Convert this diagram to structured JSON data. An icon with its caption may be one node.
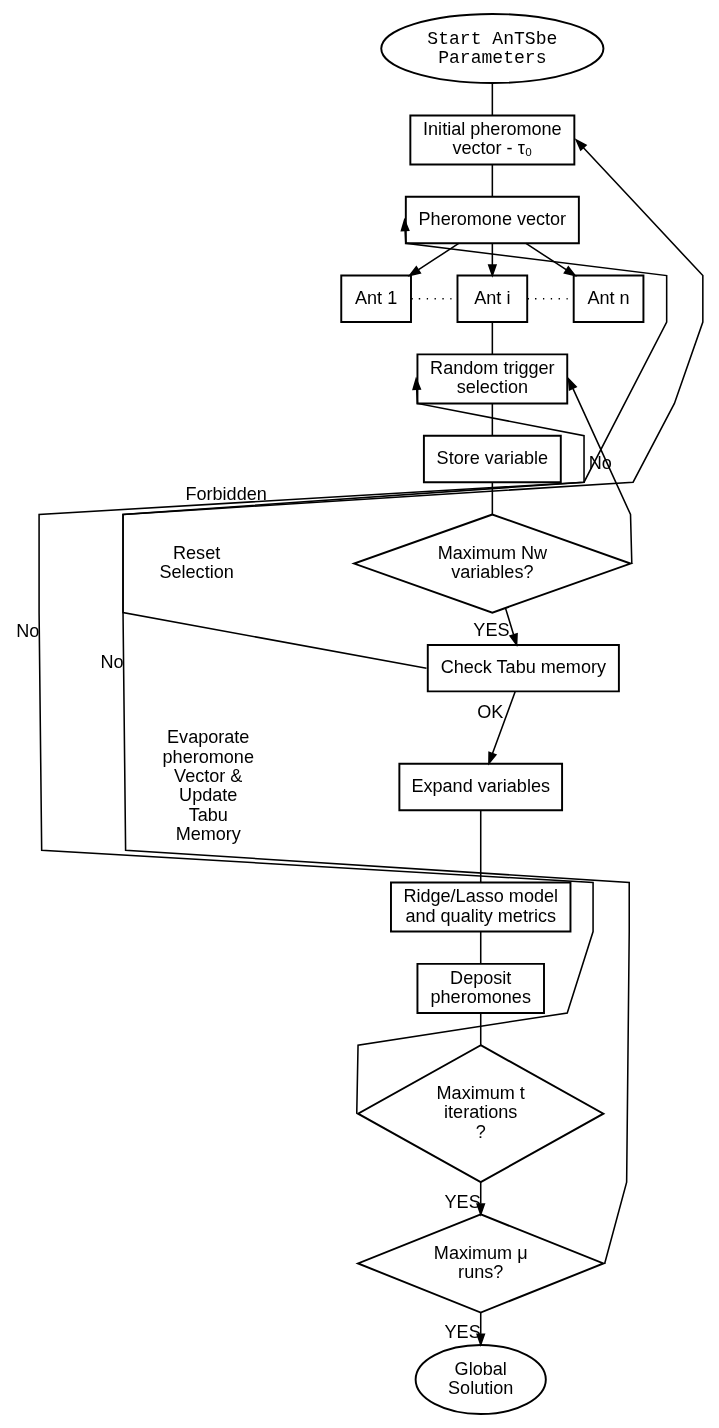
{
  "diagram": {
    "nodes": [
      {
        "text": [
          "Start AnTSbe Parameters"
        ]
      },
      {
        "text": [
          "Initial pheromone vector - τ₀"
        ]
      },
      {
        "text": [
          "Pheromone vector"
        ]
      },
      {
        "text": [
          "Ant 1"
        ]
      },
      {
        "text": [
          "Ant i"
        ]
      },
      {
        "text": [
          "Ant n"
        ]
      },
      {
        "text": [
          "Random trigger selection"
        ]
      },
      {
        "text": [
          "Store variable"
        ]
      },
      {
        "text": [
          "Maximum Nw variables?"
        ]
      },
      {
        "text": [
          "Check Tabu memory"
        ]
      },
      {
        "text": [
          "Expand variables"
        ]
      },
      {
        "text": [
          "Ridge/Lasso model and quality metrics"
        ]
      },
      {
        "text": [
          "Deposit pheromones"
        ]
      },
      {
        "text": [
          "Maximum t iterations?"
        ]
      },
      {
        "text": [
          "Maximum μ runs?"
        ]
      },
      {
        "text": [
          "Global Solution"
        ]
      }
    ],
    "edges": [
      {
        "from": 0,
        "to": 1,
        "arrow": "none"
      },
      {
        "from": 1,
        "to": 2,
        "arrow": "none"
      },
      {
        "from": 2,
        "to": 3,
        "arrow": "to"
      },
      {
        "from": 2,
        "to": 4,
        "arrow": "to"
      },
      {
        "from": 2,
        "to": 5,
        "arrow": "to"
      },
      {
        "from": 3,
        "to": 4,
        "arrow": "none",
        "style": "dashed"
      },
      {
        "from": 4,
        "to": 5,
        "arrow": "none",
        "style": "dashed"
      },
      {
        "from": 4,
        "to": 6,
        "arrow": "none"
      },
      {
        "from": 6,
        "to": 7,
        "arrow": "none"
      },
      {
        "from": 7,
        "to": 8,
        "arrow": "none"
      },
      {
        "from": 8,
        "to": 6,
        "arrow": "to",
        "label": "No"
      },
      {
        "from": 8,
        "to": 9,
        "arrow": "to",
        "label": "YES"
      },
      {
        "from": 9,
        "to": 6,
        "arrow": "to",
        "label": "Forbidden"
      },
      {
        "from": 9,
        "to": 10,
        "arrow": "to",
        "label": "OK"
      },
      {
        "from": 10,
        "to": 11,
        "arrow": "none"
      },
      {
        "from": 11,
        "to": 12,
        "arrow": "none"
      },
      {
        "from": 12,
        "to": 13,
        "arrow": "none"
      },
      {
        "from": 13,
        "to": 2,
        "arrow": "to",
        "label": "No"
      },
      {
        "from": 13,
        "to": 14,
        "arrow": "to",
        "label": "YES"
      },
      {
        "from": 14,
        "to": 1,
        "arrow": "to",
        "label": "No"
      },
      {
        "from": 14,
        "to": 15,
        "arrow": "to",
        "label": "YES"
      }
    ],
    "labels": [
      "Reset Selection",
      "Evaporate pheromone Vector & Update Tabu Memory"
    ]
  }
}
